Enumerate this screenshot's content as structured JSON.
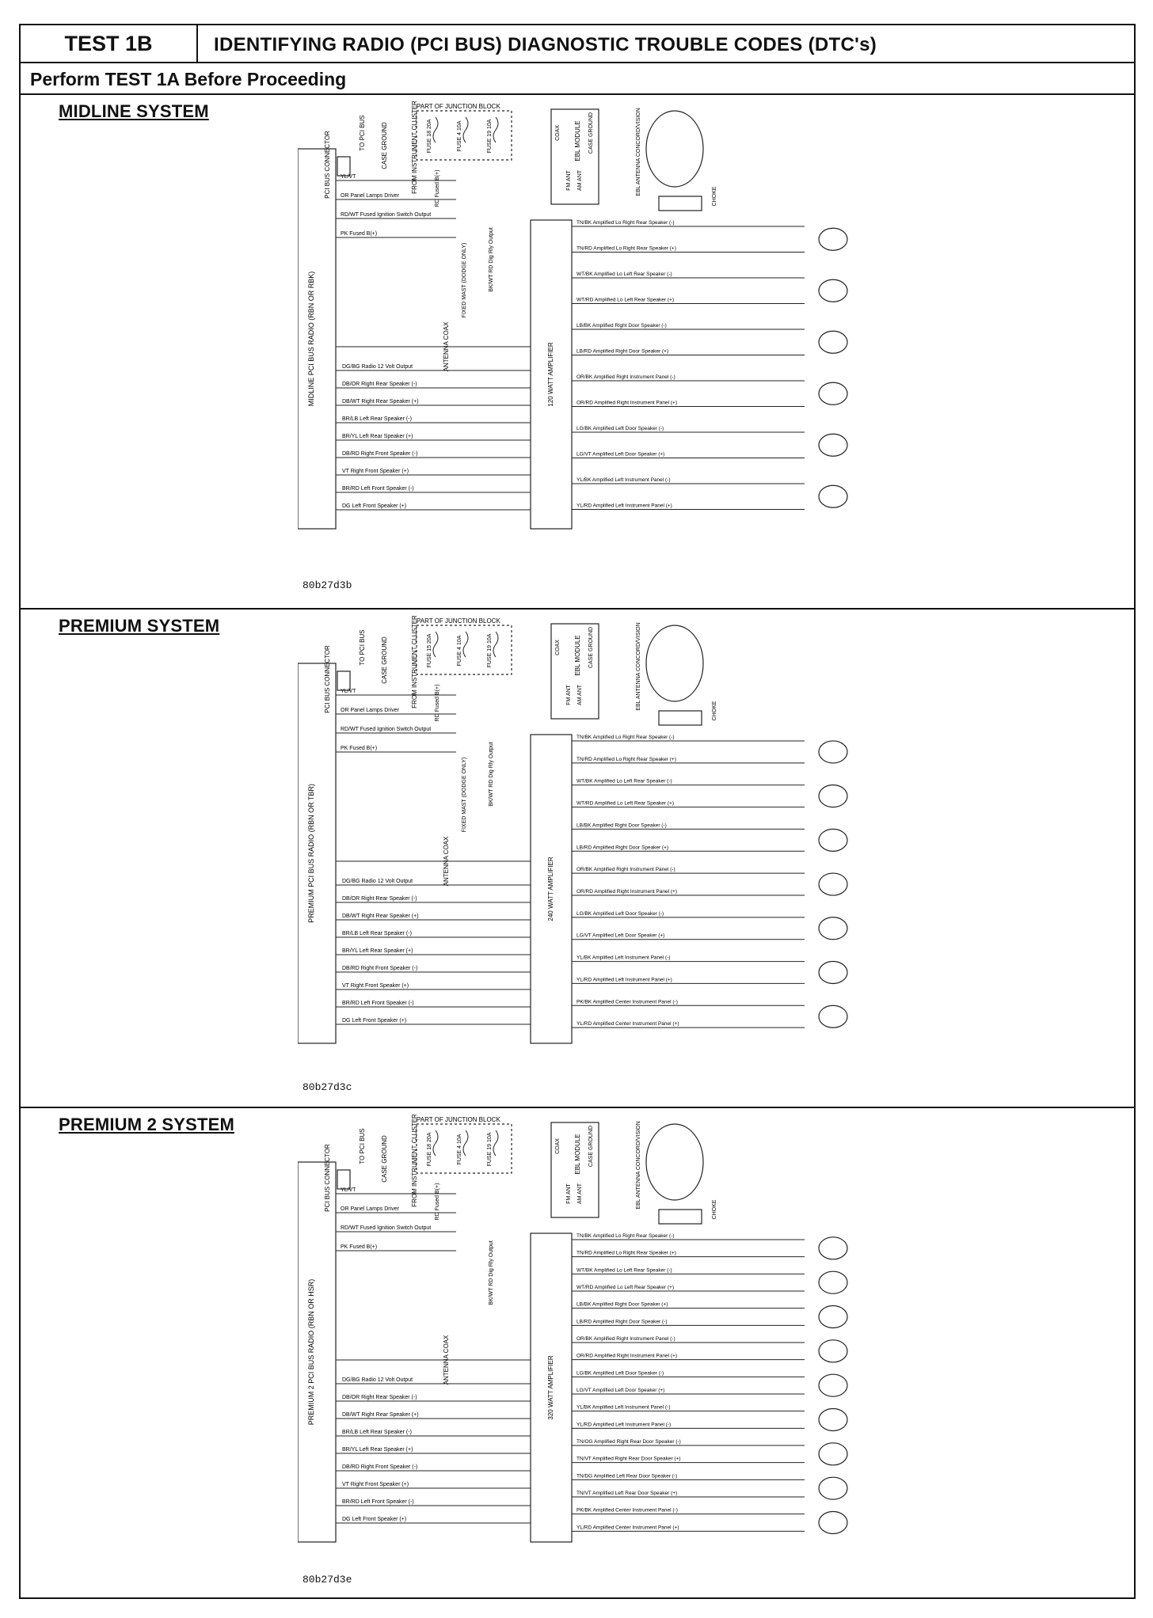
{
  "header": {
    "test_id": "TEST 1B",
    "title": "IDENTIFYING RADIO (PCI BUS) DIAGNOSTIC TROUBLE CODES (DTC's)",
    "prerequisite": "Perform TEST 1A Before Proceeding"
  },
  "sections": [
    {
      "title": "MIDLINE SYSTEM",
      "figure_code": "80b27d3b",
      "radio_label": "MIDLINE PCI BUS RADIO (RBN OR RBK)",
      "amp_label": "120 WATT AMPLIFIER",
      "pci_connector": "PCI BUS CONNECTOR",
      "junction_block": "PART OF JUNCTION BLOCK",
      "fuses": [
        "FUSE 18 20A",
        "FUSE 4 10A",
        "FUSE 19 10A"
      ],
      "to_pci_bus": "TO PCI BUS",
      "case_ground": "CASE GROUND",
      "from_cluster": "FROM INSTRUMENT CLUSTER",
      "fused_b": "RD Fused B(+)",
      "amp_relay": "BK/WT RD Dig Rly Output",
      "fixed_mast": "FIXED MAST (DODGE ONLY)",
      "antenna_coax": "ANTENNA COAX",
      "ebl_module": "EBL MODULE",
      "ebl_items": [
        "COAX",
        "FM ANT",
        "AM ANT",
        "CASE GROUND"
      ],
      "ebl_antenna": "EBL ANTENNA CONCORD/VISION",
      "choke": "CHOKE",
      "radio_top_wires": [
        "YL/VT",
        "OR Panel Lamps Driver",
        "RD/WT Fused Ignition Switch Output",
        "PK Fused B(+)"
      ],
      "radio_c1_wires": [
        "DG/BG Radio 12 Volt Output",
        "DB/OR Right Rear Speaker (-)",
        "DB/WT Right Rear Speaker (+)",
        "BR/LB Left Rear Speaker (-)",
        "BR/YL Left Rear Speaker (+)",
        "DB/RD Right Front Speaker (-)",
        "VT Right Front Speaker (+)",
        "BR/RD Left Front Speaker (-)",
        "DG Left Front Speaker (+)"
      ],
      "speaker_wires": [
        "TN/BK Amplified Lo Right Rear Speaker (-)",
        "TN/RD Amplified Lo Right Rear Speaker (+)",
        "WT/BK Amplified Lo Left Rear Speaker (-)",
        "WT/RD Amplified Lo Left Rear Speaker (+)",
        "LB/BK Amplified Right Door Speaker (-)",
        "LB/RD Amplified Right Door Speaker (+)",
        "OR/BK Amplified Right Instrument Panel (-)",
        "OR/RD Amplified Right Instrument Panel (+)",
        "LG/BK Amplified Left Door Speaker (-)",
        "LG/VT Amplified Left Door Speaker (+)",
        "YL/BK Amplified Left Instrument Panel (-)",
        "YL/RD Amplified Left Instrument Panel (+)"
      ]
    },
    {
      "title": "PREMIUM SYSTEM",
      "figure_code": "80b27d3c",
      "radio_label": "PREMIUM PCI BUS RADIO (RBN OR TBR)",
      "amp_label": "240 WATT AMPLIFIER",
      "pci_connector": "PCI BUS CONNECTOR",
      "junction_block": "PART OF JUNCTION BLOCK",
      "fuses": [
        "FUSE 15 20A",
        "FUSE 4 10A",
        "FUSE 19 10A"
      ],
      "to_pci_bus": "TO PCI BUS",
      "case_ground": "CASE GROUND",
      "from_cluster": "FROM INSTRUMENT CLUSTER",
      "fused_b": "RD Fused B(+)",
      "amp_relay": "BK/WT RD Dig Rly Output",
      "fixed_mast": "FIXED MAST (DODGE ONLY)",
      "antenna_coax": "ANTENNA COAX",
      "ebl_module": "EBL MODULE",
      "ebl_items": [
        "COAX",
        "FM ANT",
        "AM ANT",
        "CASE GROUND"
      ],
      "ebl_antenna": "EBL ANTENNA CONCORD/VISION",
      "choke": "CHOKE",
      "radio_top_wires": [
        "YL/VT",
        "OR Panel Lamps Driver",
        "RD/WT Fused Ignition Switch Output",
        "PK Fused B(+)"
      ],
      "radio_c1_wires": [
        "DG/BG Radio 12 Volt Output",
        "DB/OR Right Rear Speaker (-)",
        "DB/WT Right Rear Speaker (+)",
        "BR/LB Left Rear Speaker (-)",
        "BR/YL Left Rear Speaker (+)",
        "DB/RD Right Front Speaker (-)",
        "VT Right Front Speaker (+)",
        "BR/RD Left Front Speaker (-)",
        "DG Left Front Speaker (+)"
      ],
      "speaker_wires": [
        "TN/BK Amplified Lo Right Rear Speaker (-)",
        "TN/RD Amplified Lo Right Rear Speaker (+)",
        "WT/BK Amplified Lo Left Rear Speaker (-)",
        "WT/RD Amplified Lo Left Rear Speaker (+)",
        "LB/BK Amplified Right Door Speaker (-)",
        "LB/RD Amplified Right Door Speaker (+)",
        "OR/BK Amplified Right Instrument Panel (-)",
        "OR/RD Amplified Right Instrument Panel (+)",
        "LG/BK Amplified Left Door Speaker (-)",
        "LG/VT Amplified Left Door Speaker (+)",
        "YL/BK Amplified Left Instrument Panel (-)",
        "YL/RD Amplified Left Instrument Panel (+)",
        "PK/BK Amplified Center Instrument Panel (-)",
        "YL/RD Amplified Center Instrument Panel (+)"
      ]
    },
    {
      "title": "PREMIUM 2 SYSTEM",
      "figure_code": "80b27d3e",
      "radio_label": "PREMIUM 2 PCI BUS RADIO (RBN OR HSR)",
      "amp_label": "320 WATT AMPLIFIER",
      "pci_connector": "PCI BUS CONNECTOR",
      "junction_block": "PART OF JUNCTION BLOCK",
      "fuses": [
        "FUSE 18 20A",
        "FUSE 4 10A",
        "FUSE 19 10A"
      ],
      "to_pci_bus": "TO PCI BUS",
      "case_ground": "CASE GROUND",
      "from_cluster": "FROM INSTRUMENT CLUSTER",
      "fused_b": "RD Fused B(+)",
      "amp_relay": "BK/WT RD Dig Rly Output",
      "fixed_mast": "",
      "antenna_coax": "ANTENNA COAX",
      "ebl_module": "EBL MODULE",
      "ebl_items": [
        "COAX",
        "FM ANT",
        "AM ANT",
        "CASE GROUND"
      ],
      "ebl_antenna": "EBL ANTENNA CONCORD/VISION",
      "choke": "CHOKE",
      "radio_top_wires": [
        "YL/VT",
        "OR Panel Lamps Driver",
        "RD/WT Fused Ignition Switch Output",
        "PK Fused B(+)"
      ],
      "radio_c1_wires": [
        "DG/BG Radio 12 Volt Output",
        "DB/OR Right Rear Speaker (-)",
        "DB/WT Right Rear Speaker (+)",
        "BR/LB Left Rear Speaker (-)",
        "BR/YL Left Rear Speaker (+)",
        "DB/RD Right Front Speaker (-)",
        "VT Right Front Speaker (+)",
        "BR/RD Left Front Speaker (-)",
        "DG Left Front Speaker (+)"
      ],
      "speaker_wires": [
        "TN/BK Amplified Lo Right Rear Speaker (-)",
        "TN/RD Amplified Lo Right Rear Speaker (+)",
        "WT/BK Amplified Lo Left Rear Speaker (-)",
        "WT/RD Amplified Lo Left Rear Speaker (+)",
        "LB/BK Amplified Right Door Speaker (+)",
        "LB/RD Amplified Right Door Speaker (-)",
        "OR/BK Amplified Right Instrument Panel (-)",
        "OR/RD Amplified Right Instrument Panel (+)",
        "LG/BK Amplified Left Door Speaker (-)",
        "LG/VT Amplified Left Door Speaker (+)",
        "YL/BK Amplified Left Instrument Panel (-)",
        "YL/RD Amplified Left Instrument Panel (-)",
        "TN/OG Amplified Right Rear Door Speaker (-)",
        "TN/VT Amplified Right Rear Door Speaker (+)",
        "TN/DG Amplified Left Rear Door Speaker (-)",
        "TN/VT Amplified Left Rear Door Speaker (+)",
        "PK/BK Amplified Center Instrument Panel (-)",
        "YL/RD Amplified Center Instrument Panel (+)"
      ]
    }
  ]
}
